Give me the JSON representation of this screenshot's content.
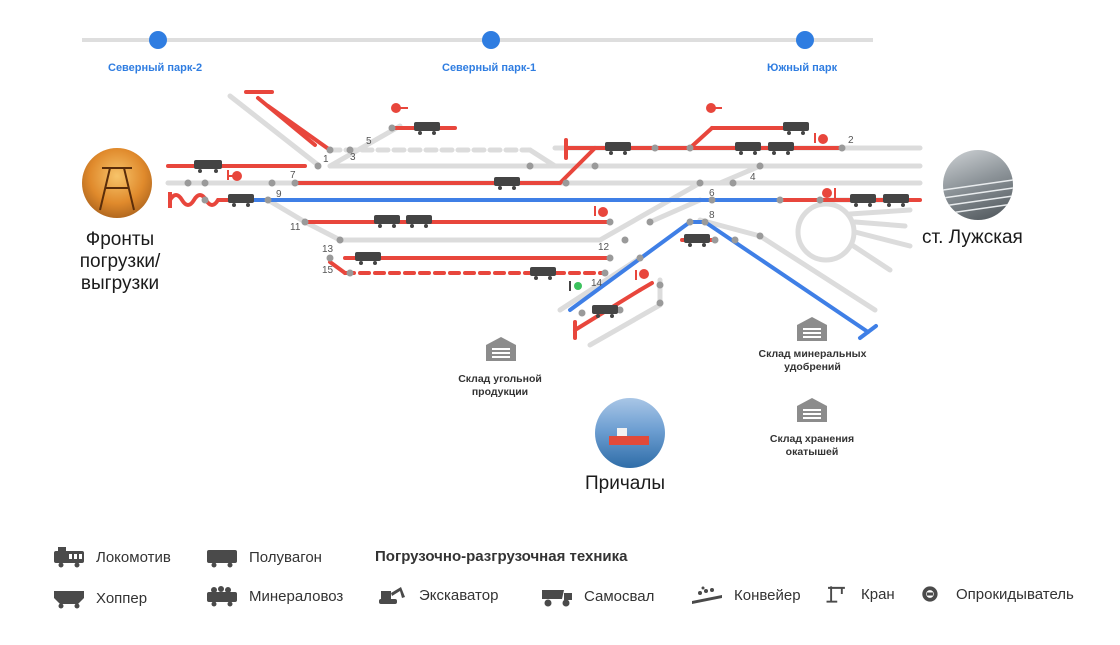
{
  "parks": [
    "Северный парк-2",
    "Северный парк-1",
    "Южный парк"
  ],
  "places": {
    "fronts": [
      "Фронты",
      "погрузки/",
      "выгрузки"
    ],
    "luzhskaya": "ст. Лужская",
    "berths": "Причалы"
  },
  "warehouses": {
    "coal": [
      "Склад угольной",
      "продукции"
    ],
    "fertilizer": [
      "Склад минеральных",
      "удобрений"
    ],
    "pellets": [
      "Склад хранения",
      "окатышей"
    ]
  },
  "track_numbers": [
    "1",
    "2",
    "3",
    "4",
    "5",
    "6",
    "7",
    "8",
    "9",
    "11",
    "12",
    "13",
    "14",
    "15"
  ],
  "legend": {
    "heading": "Погрузочно-разгрузочная техника",
    "locomotive": "Локомотив",
    "gondola": "Полувагон",
    "hopper": "Хоппер",
    "mineral_car": "Минераловоз",
    "excavator": "Экскаватор",
    "dump_truck": "Самосвал",
    "conveyor": "Конвейер",
    "crane": "Кран",
    "tippler": "Опрокидыватель"
  },
  "colors": {
    "track_gray": "#dcdcdc",
    "track_red": "#e8463c",
    "track_blue": "#3f7fe6",
    "park_blue": "#2f7de1",
    "icon_gray": "#4a4a4a"
  }
}
